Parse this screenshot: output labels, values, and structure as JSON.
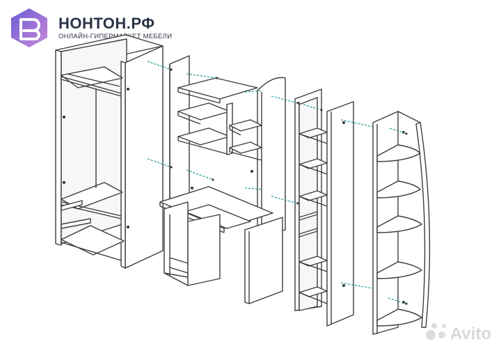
{
  "brand": {
    "name": "НОНТОН.РФ",
    "tagline": "ОНЛАЙН-ГИПЕРМАРКЕТ МЕБЕЛИ"
  },
  "watermark": {
    "text": "Avito"
  },
  "colors": {
    "logo_gradient_start": "#6b5bd6",
    "logo_gradient_end": "#c07bd6",
    "line": "#3b3b3b",
    "connector": "#2f9e9e",
    "brand_text": "#2a3346"
  },
  "icons": {
    "logo": "brand-logo-icon",
    "watermark": "avito-dots-icon"
  }
}
